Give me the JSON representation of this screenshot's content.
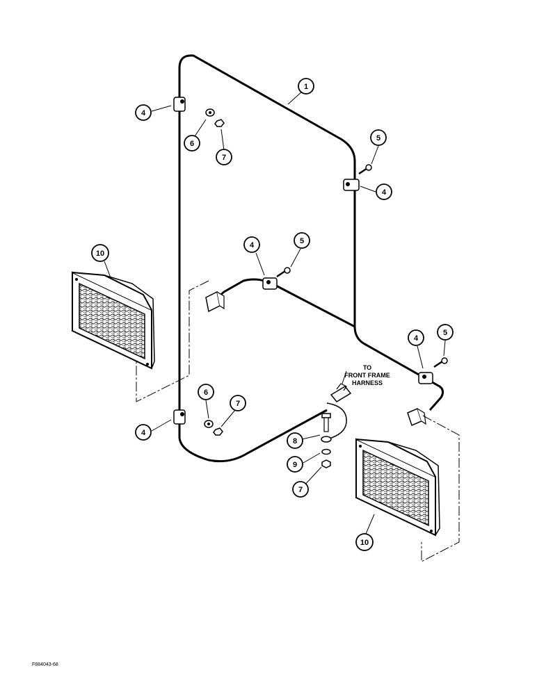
{
  "note": {
    "line1": "TO",
    "line2": "FRONT FRAME",
    "line3": "HARNESS"
  },
  "figure_code": "F884043-68",
  "callouts": [
    {
      "id": "c1",
      "label": "1"
    },
    {
      "id": "c4a",
      "label": "4"
    },
    {
      "id": "c6a",
      "label": "6"
    },
    {
      "id": "c7a",
      "label": "7"
    },
    {
      "id": "c5a",
      "label": "5"
    },
    {
      "id": "c4b",
      "label": "4"
    },
    {
      "id": "c10a",
      "label": "10"
    },
    {
      "id": "c4c",
      "label": "4"
    },
    {
      "id": "c5b",
      "label": "5"
    },
    {
      "id": "c4d",
      "label": "4"
    },
    {
      "id": "c5c",
      "label": "5"
    },
    {
      "id": "c6b",
      "label": "6"
    },
    {
      "id": "c7b",
      "label": "7"
    },
    {
      "id": "c4e",
      "label": "4"
    },
    {
      "id": "c8",
      "label": "8"
    },
    {
      "id": "c9",
      "label": "9"
    },
    {
      "id": "c7c",
      "label": "7"
    },
    {
      "id": "c10b",
      "label": "10"
    }
  ]
}
